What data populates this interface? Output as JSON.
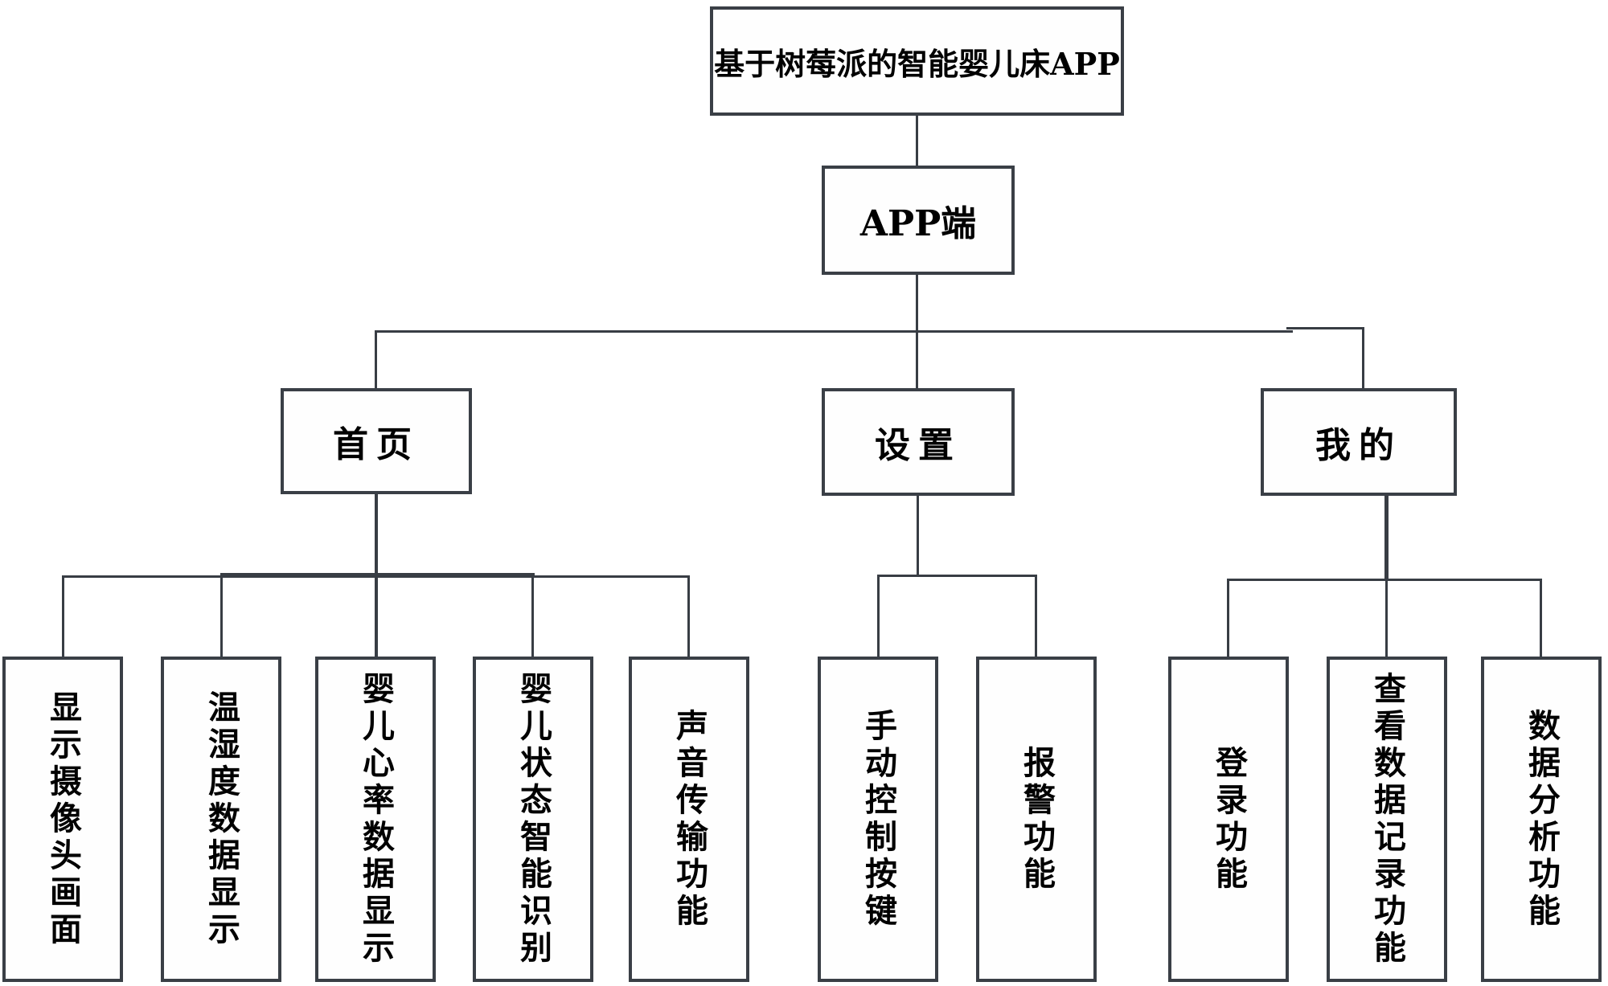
{
  "diagram": {
    "root_label": "基于树莓派的智能婴儿床APP",
    "app_label": "APP端",
    "sections": [
      {
        "label": "首页",
        "children": [
          "显示摄像头画面",
          "温湿度数据显示",
          "婴儿心率数据显示",
          "婴儿状态智能识别",
          "声音传输功能"
        ]
      },
      {
        "label": "设置",
        "children": [
          "手动控制按键",
          "报警功能"
        ]
      },
      {
        "label": "我的",
        "children": [
          "登录功能",
          "查看数据记录功能",
          "数据分析功能"
        ]
      }
    ],
    "colors": {
      "border": "#3a3f46",
      "line": "#383d44",
      "background": "#ffffff",
      "text": "#000000"
    }
  }
}
